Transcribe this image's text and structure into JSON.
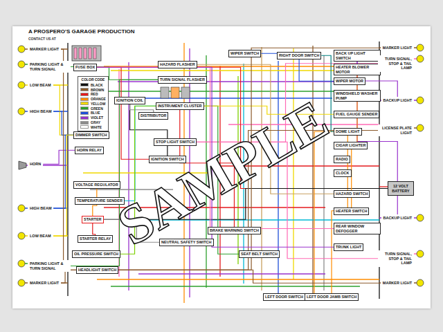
{
  "diagram": {
    "title": "A PROSPERO'S GARAGE PRODUCTION",
    "nodes": [
      {
        "text": [
          "MARKER LIGHT"
        ]
      },
      {
        "text": [
          "PARKING LIGHT & TURN SIGNAL"
        ]
      },
      {
        "text": [
          "LOW BEAM"
        ]
      },
      {
        "text": [
          "HIGH BEAM"
        ]
      },
      {
        "text": [
          "HORN"
        ]
      },
      {
        "text": [
          "HIGH BEAM"
        ]
      },
      {
        "text": [
          "LOW BEAM"
        ]
      },
      {
        "text": [
          "PARKING LIGHT & TURN SIGNAL"
        ]
      },
      {
        "text": [
          "MARKER LIGHT"
        ]
      },
      {
        "text": [
          "FUSE BOX"
        ]
      },
      {
        "text": [
          "DIMMER SWITCH"
        ]
      },
      {
        "text": [
          "HORN RELAY"
        ]
      },
      {
        "text": [
          "VOLTAGE REGULATOR"
        ]
      },
      {
        "text": [
          "TEMPERATURE SENDER"
        ]
      },
      {
        "text": [
          "STARTER"
        ]
      },
      {
        "text": [
          "STARTER RELAY"
        ]
      },
      {
        "text": [
          "OIL PRESSURE SWITCH"
        ]
      },
      {
        "text": [
          "HEADLIGHT SWITCH"
        ]
      },
      {
        "text": [
          "IGNITION COIL"
        ]
      },
      {
        "text": [
          "DISTRIBUTOR"
        ]
      },
      {
        "text": [
          "TURN SIGNAL FLASHER"
        ]
      },
      {
        "text": [
          "HAZARD FLASHER"
        ]
      },
      {
        "text": [
          "INSTRUMENT CLUSTER"
        ]
      },
      {
        "text": [
          "STOP LIGHT SWITCH"
        ]
      },
      {
        "text": [
          "IGNITION SWITCH"
        ]
      },
      {
        "text": [
          "NEUTRAL SAFETY SWITCH"
        ]
      },
      {
        "text": [
          "BRAKE WARNING SWITCH"
        ]
      },
      {
        "text": [
          "SEAT BELT SWITCH"
        ]
      },
      {
        "text": [
          "WIPER SWITCH"
        ]
      },
      {
        "text": [
          "RIGHT DOOR SWITCH"
        ]
      },
      {
        "text": [
          "BACK UP LIGHT SWITCH"
        ]
      },
      {
        "text": [
          "HEATER BLOWER MOTOR"
        ]
      },
      {
        "text": [
          "WIPER MOTOR"
        ]
      },
      {
        "text": [
          "WINDSHIELD WASHER PUMP"
        ]
      },
      {
        "text": [
          "FUEL GAUGE SENDER"
        ]
      },
      {
        "text": [
          "DOME LIGHT"
        ]
      },
      {
        "text": [
          "CIGAR LIGHTER"
        ]
      },
      {
        "text": [
          "RADIO"
        ]
      },
      {
        "text": [
          "CLOCK"
        ]
      },
      {
        "text": [
          "HAZARD SWITCH"
        ]
      },
      {
        "text": [
          "HEATER SWITCH"
        ]
      },
      {
        "text": [
          "REAR WINDOW DEFOGGER"
        ]
      },
      {
        "text": [
          "TRUNK LIGHT"
        ]
      },
      {
        "text": [
          "LEFT DOOR SWITCH"
        ]
      },
      {
        "text": [
          "LEFT DOOR JAMB SWITCH"
        ]
      },
      {
        "text": [
          "MARKER LIGHT"
        ]
      },
      {
        "text": [
          "TURN SIGNAL, STOP & TAIL LAMP"
        ]
      },
      {
        "text": [
          "BACKUP LIGHT"
        ]
      },
      {
        "text": [
          "LICENSE PLATE LIGHT"
        ]
      },
      {
        "text": [
          "12 VOLT BATTERY"
        ]
      },
      {
        "text": [
          "BACKUP LIGHT"
        ]
      },
      {
        "text": [
          "TURN SIGNAL, STOP & TAIL LAMP"
        ]
      },
      {
        "text": [
          "MARKER LIGHT"
        ]
      }
    ],
    "edges": [
      {
        "from": 1,
        "to": 20,
        "arrow": "none"
      },
      {
        "from": 2,
        "to": 10,
        "arrow": "none"
      },
      {
        "from": 3,
        "to": 10,
        "arrow": "none"
      },
      {
        "from": 4,
        "to": 11,
        "arrow": "none"
      },
      {
        "from": 5,
        "to": 10,
        "arrow": "none"
      },
      {
        "from": 6,
        "to": 10,
        "arrow": "none"
      },
      {
        "from": 7,
        "to": 20,
        "arrow": "none"
      },
      {
        "from": 0,
        "to": 17,
        "arrow": "none"
      },
      {
        "from": 8,
        "to": 17,
        "arrow": "none"
      },
      {
        "from": 9,
        "to": 24,
        "arrow": "none"
      },
      {
        "from": 24,
        "to": 18,
        "arrow": "none"
      },
      {
        "from": 18,
        "to": 19,
        "arrow": "none"
      },
      {
        "from": 12,
        "to": 14,
        "arrow": "none"
      },
      {
        "from": 14,
        "to": 15,
        "arrow": "none"
      },
      {
        "from": 13,
        "to": 22,
        "arrow": "none"
      },
      {
        "from": 16,
        "to": 22,
        "arrow": "none"
      },
      {
        "from": 23,
        "to": 46,
        "arrow": "none"
      },
      {
        "from": 23,
        "to": 51,
        "arrow": "none"
      },
      {
        "from": 30,
        "to": 47,
        "arrow": "none"
      },
      {
        "from": 30,
        "to": 50,
        "arrow": "none"
      },
      {
        "from": 21,
        "to": 39,
        "arrow": "none"
      },
      {
        "from": 43,
        "to": 35,
        "arrow": "none"
      },
      {
        "from": 44,
        "to": 35,
        "arrow": "none"
      },
      {
        "from": 49,
        "to": 9,
        "arrow": "none"
      },
      {
        "from": 49,
        "to": 14,
        "arrow": "none"
      },
      {
        "from": 28,
        "to": 32,
        "arrow": "none"
      },
      {
        "from": 29,
        "to": 35,
        "arrow": "none"
      },
      {
        "from": 25,
        "to": 14,
        "arrow": "none"
      },
      {
        "from": 26,
        "to": 22,
        "arrow": "none"
      },
      {
        "from": 27,
        "to": 22,
        "arrow": "none"
      },
      {
        "from": 34,
        "to": 22,
        "arrow": "none"
      },
      {
        "from": 48,
        "to": 17,
        "arrow": "none"
      },
      {
        "from": 45,
        "to": 17,
        "arrow": "none"
      },
      {
        "from": 52,
        "to": 17,
        "arrow": "none"
      },
      {
        "from": 40,
        "to": 31,
        "arrow": "none"
      },
      {
        "from": 41,
        "to": 9,
        "arrow": "none"
      },
      {
        "from": 42,
        "to": 9,
        "arrow": "none"
      }
    ],
    "labels": [
      "CONTACT US AT",
      "COLOR CODE",
      "SAMPLE"
    ],
    "legend": [
      {
        "text": "BLACK",
        "color": "#111111"
      },
      {
        "text": "BROWN",
        "color": "#8b5a2b"
      },
      {
        "text": "RED",
        "color": "#e41a1c"
      },
      {
        "text": "ORANGE",
        "color": "#ff8c00"
      },
      {
        "text": "YELLOW",
        "color": "#f0d800"
      },
      {
        "text": "GREEN",
        "color": "#2ca02c"
      },
      {
        "text": "BLUE",
        "color": "#1f4fd8"
      },
      {
        "text": "VIOLET",
        "color": "#9932cc"
      },
      {
        "text": "GRAY",
        "color": "#8c8c8c"
      },
      {
        "text": "WHITE",
        "color": "#ffffff"
      }
    ]
  }
}
